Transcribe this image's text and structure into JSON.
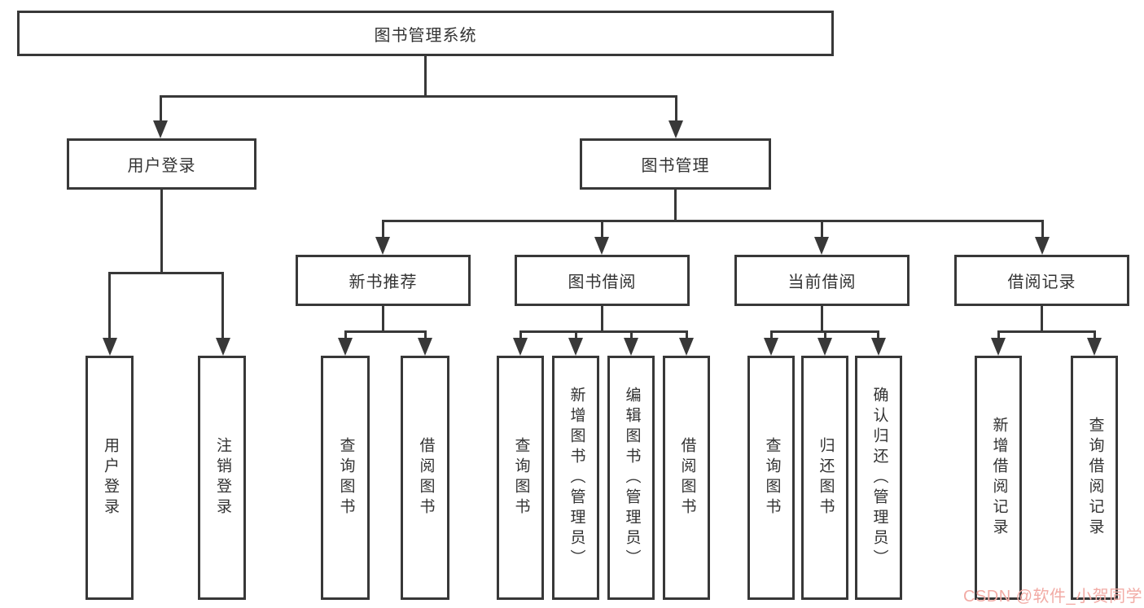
{
  "diagram": {
    "root": "图书管理系统",
    "level2": [
      "用户登录",
      "图书管理"
    ],
    "level3": [
      "新书推荐",
      "图书借阅",
      "当前借阅",
      "借阅记录"
    ],
    "leaves": {
      "user_login": [
        "用户登录",
        "注销登录"
      ],
      "new_book_recommend": [
        "查询图书",
        "借阅图书"
      ],
      "book_borrow": [
        "查询图书",
        "新增图书（管理员）",
        "编辑图书（管理员）",
        "借阅图书"
      ],
      "current_borrow": [
        "查询图书",
        "归还图书",
        "确认归还（管理员）"
      ],
      "borrow_records": [
        "新增借阅记录",
        "查询借阅记录"
      ]
    }
  },
  "watermark": "CSDN @软件_小贺同学",
  "colors": {
    "line": "#383838",
    "text": "#333333",
    "background": "#ffffff",
    "watermark": "#f2aba5"
  }
}
